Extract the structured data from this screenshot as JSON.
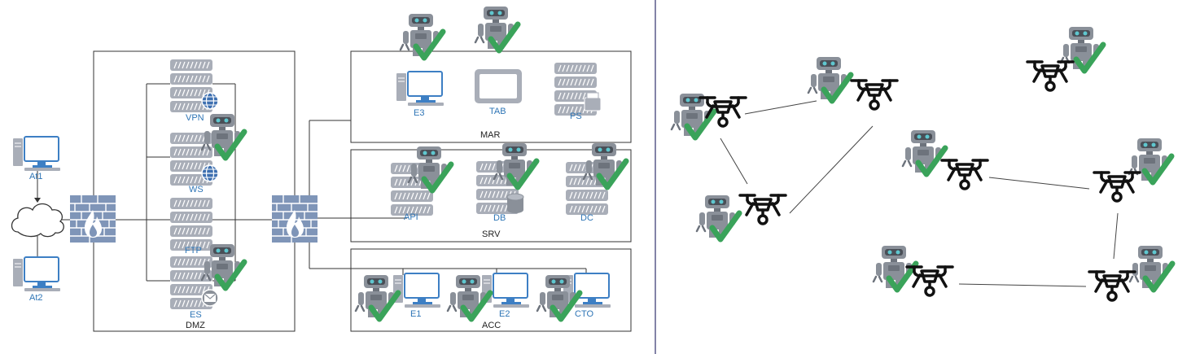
{
  "left_diagram": {
    "attackers": [
      {
        "id": "at1",
        "label": "At1"
      },
      {
        "id": "at2",
        "label": "At2"
      }
    ],
    "zones": {
      "dmz": {
        "label": "DMZ"
      },
      "mar": {
        "label": "MAR"
      },
      "srv": {
        "label": "SRV"
      },
      "acc": {
        "label": "ACC"
      }
    },
    "hosts": {
      "vpn": {
        "label": "VPN"
      },
      "ws": {
        "label": "WS"
      },
      "ftp": {
        "label": "FTP"
      },
      "es": {
        "label": "ES"
      },
      "e3": {
        "label": "E3"
      },
      "tab": {
        "label": "TAB"
      },
      "ps": {
        "label": "PS"
      },
      "api": {
        "label": "API"
      },
      "db": {
        "label": "DB"
      },
      "dc": {
        "label": "DC"
      },
      "e1": {
        "label": "E1"
      },
      "e2": {
        "label": "E2"
      },
      "cto": {
        "label": "CTO"
      }
    }
  },
  "right_diagram": {
    "drone_count": 8,
    "protected_drones": 8
  },
  "colors": {
    "server": "#a9aeb8",
    "server_stripe": "#ffffff",
    "monitor": "#3d7fc4",
    "firewall": "#7f95b8",
    "robot": "#8a9099",
    "robot_eye": "#5fc7cf",
    "check": "#3aa35a",
    "line": "#333333",
    "label": "#2e75b6",
    "drone": "#111111",
    "divider": "#5a5a8a"
  }
}
